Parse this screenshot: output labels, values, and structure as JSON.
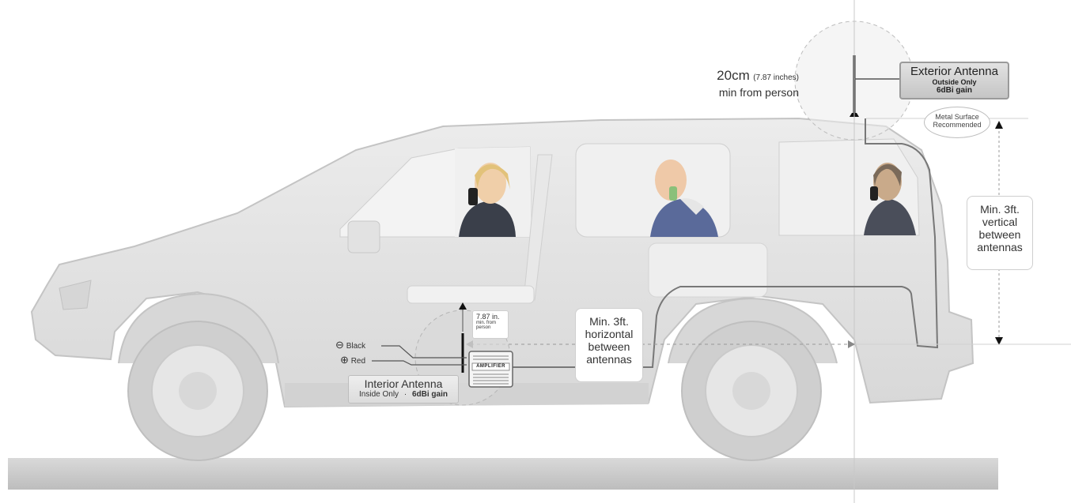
{
  "exterior_antenna": {
    "title": "Exterior Antenna",
    "line1": "Outside Only",
    "line2": "6dBi gain"
  },
  "distance_note": {
    "main": "20cm",
    "inches": "(7.87 inches)",
    "line2": "min from person"
  },
  "metal_note": {
    "line1": "Metal Surface",
    "line2": "Recommended"
  },
  "vertical_note": {
    "line1": "Min. 3ft.",
    "line2": "vertical",
    "line3": "between",
    "line4": "antennas"
  },
  "horizontal_note": {
    "line1": "Min. 3ft.",
    "line2": "horizontal",
    "line3": "between",
    "line4": "antennas"
  },
  "interior_distance": {
    "line1": "7.87 in.",
    "line2": "min. from",
    "line3": "person"
  },
  "wires": {
    "black_symbol": "⊖",
    "black": "Black",
    "red_symbol": "⊕",
    "red": "Red"
  },
  "amplifier_label": "AMPLIFIER",
  "interior_antenna": {
    "title": "Interior Antenna",
    "line1": "Inside Only",
    "separator": "·",
    "line2": "6dBi gain"
  },
  "colors": {
    "car_body": "#e4e4e4",
    "car_outline": "#bdbdbd",
    "ground": "#cfcfcf",
    "window": "#f2f2f2",
    "cable": "#777777"
  }
}
